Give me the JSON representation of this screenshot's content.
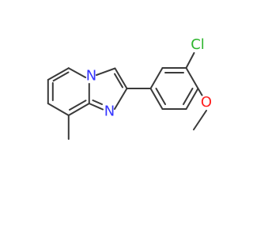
{
  "molecule": {
    "atoms": {
      "n_bridge": "N",
      "n_imine": "N",
      "cl": "Cl",
      "o": "O"
    },
    "colors": {
      "bond": "#3a3a3a",
      "nitrogen": "#3333ff",
      "chlorine": "#2db52d",
      "oxygen": "#ff2020"
    }
  }
}
